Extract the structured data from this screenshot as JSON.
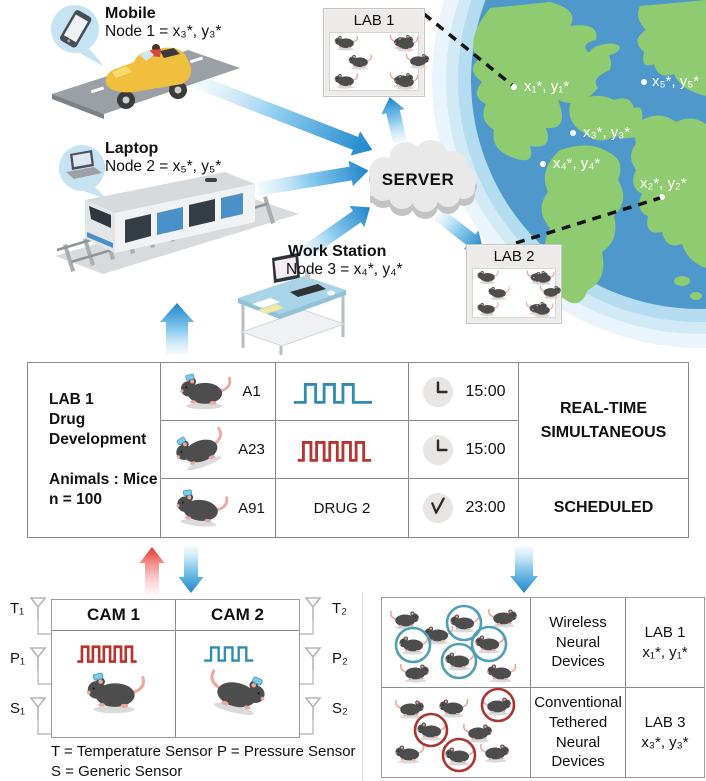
{
  "nodes": {
    "mobile_title": "Mobile",
    "mobile_node": "Node 1 = x₃*, y₃*",
    "laptop_title": "Laptop",
    "laptop_node": "Node 2 = x₅*, y₅*",
    "workstation_title": "Work Station",
    "workstation_node": "Node 3 = x₄*, y₄*"
  },
  "server_label": "SERVER",
  "labs": {
    "lab1": "LAB 1",
    "lab2": "LAB 2"
  },
  "map_points": {
    "p1": "x₁*, y₁*",
    "p2": "x₂*, y₂*",
    "p3": "x₃*, y₃*",
    "p4": "x₄*, y₄*",
    "p5": "x₅*, y₅*"
  },
  "study_table": {
    "info_lines": [
      "LAB 1",
      "Drug",
      "Development",
      "Animals : Mice",
      "n = 100"
    ],
    "rows": [
      {
        "id": "A1",
        "time": "15:00"
      },
      {
        "id": "A23",
        "time": "15:00"
      },
      {
        "id": "A91",
        "treatment": "DRUG 2",
        "time": "23:00"
      }
    ],
    "mode_realtime_line1": "REAL-TIME",
    "mode_realtime_line2": "SIMULTANEOUS",
    "mode_scheduled": "SCHEDULED"
  },
  "cam_panel": {
    "cam1": "CAM 1",
    "cam2": "CAM 2",
    "sensors_left": [
      "T₁",
      "P₁",
      "S₁"
    ],
    "sensors_right": [
      "T₂",
      "P₂",
      "S₂"
    ],
    "legend_t": "T = Temperature Sensor",
    "legend_p": "P = Pressure Sensor",
    "legend_s": "S = Generic Sensor"
  },
  "devices_panel": {
    "row1_label_lines": [
      "Wireless",
      "Neural",
      "Devices"
    ],
    "row1_lab": "LAB 1",
    "row1_coords": "x₁*, y₁*",
    "row2_label_lines": [
      "Conventional",
      "Tethered",
      "Neural",
      "Devices"
    ],
    "row2_lab": "LAB 3",
    "row2_coords": "x₃*, y₃*"
  },
  "colors": {
    "arrow_blue": "#1e86cb",
    "arrow_red": "#e8302a",
    "wave_blue": "#2e8cae",
    "wave_red": "#b6362f",
    "circle_teal": "#4e9fb5",
    "circle_red": "#a93731",
    "ocean": "#4e98cb",
    "land": "#8fcb70"
  }
}
